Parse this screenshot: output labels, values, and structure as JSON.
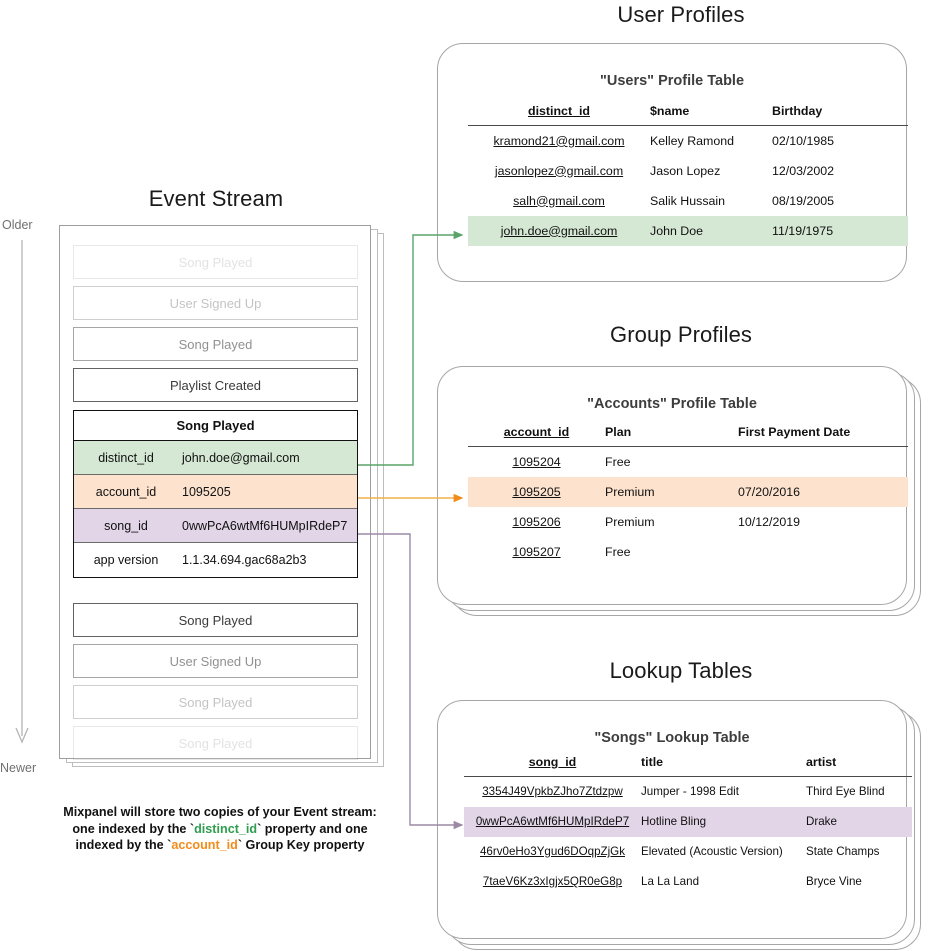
{
  "timeline": {
    "older_label": "Older",
    "newer_label": "Newer"
  },
  "sections": {
    "event_stream_title": "Event Stream",
    "user_profiles_title": "User Profiles",
    "group_profiles_title": "Group Profiles",
    "lookup_tables_title": "Lookup Tables"
  },
  "event_stream": {
    "events_above": [
      {
        "label": "Song Played",
        "fade": "fade-14"
      },
      {
        "label": "User Signed Up",
        "fade": "fade-30"
      },
      {
        "label": "Song Played",
        "fade": "fade-55"
      },
      {
        "label": "Playlist Created",
        "fade": "fade-90"
      }
    ],
    "selected_event": {
      "name": "Song Played",
      "properties": [
        {
          "key": "distinct_id",
          "value": "john.doe@gmail.com",
          "highlight": "green"
        },
        {
          "key": "account_id",
          "value": "1095205",
          "highlight": "orange"
        },
        {
          "key": "song_id",
          "value": "0wwPcA6wtMf6HUMpIRdeP7",
          "highlight": "purple"
        },
        {
          "key": "app version",
          "value": "1.1.34.694.gac68a2b3",
          "highlight": "plain"
        }
      ]
    },
    "events_below": [
      {
        "label": "Song Played",
        "fade": "fade-90"
      },
      {
        "label": "User Signed Up",
        "fade": "fade-55"
      },
      {
        "label": "Song Played",
        "fade": "fade-30"
      },
      {
        "label": "Song Played",
        "fade": "fade-14"
      }
    ],
    "caption": {
      "line1": "Mixpanel will store two copies of your Event stream:",
      "line2_pre": "one indexed by the `",
      "line2_token": "distinct_id",
      "line2_post": "` property and one",
      "line3_pre": "indexed by the `",
      "line3_token": "account_id",
      "line3_post": "` Group Key property"
    }
  },
  "users_table": {
    "title": "\"Users\" Profile Table",
    "columns": [
      "distinct_id",
      "$name",
      "Birthday"
    ],
    "rows": [
      {
        "cells": [
          "kramond21@gmail.com",
          "Kelley Ramond",
          "02/10/1985"
        ],
        "highlight": ""
      },
      {
        "cells": [
          "jasonlopez@gmail.com",
          "Jason Lopez",
          "12/03/2002"
        ],
        "highlight": ""
      },
      {
        "cells": [
          "salh@gmail.com",
          "Salik Hussain",
          "08/19/2005"
        ],
        "highlight": ""
      },
      {
        "cells": [
          "john.doe@gmail.com",
          "John Doe",
          "11/19/1975"
        ],
        "highlight": "hl-green"
      }
    ]
  },
  "accounts_table": {
    "title": "\"Accounts\" Profile Table",
    "columns": [
      "account_id",
      "Plan",
      "First Payment Date"
    ],
    "rows": [
      {
        "cells": [
          "1095204",
          "Free",
          ""
        ],
        "highlight": ""
      },
      {
        "cells": [
          "1095205",
          "Premium",
          "07/20/2016"
        ],
        "highlight": "hl-orange"
      },
      {
        "cells": [
          "1095206",
          "Premium",
          "10/12/2019"
        ],
        "highlight": ""
      },
      {
        "cells": [
          "1095207",
          "Free",
          ""
        ],
        "highlight": ""
      }
    ]
  },
  "songs_table": {
    "title": "\"Songs\" Lookup Table",
    "columns": [
      "song_id",
      "title",
      "artist"
    ],
    "rows": [
      {
        "cells": [
          "3354J49VpkbZJho7Ztdzpw",
          "Jumper - 1998 Edit",
          "Third Eye Blind"
        ],
        "highlight": ""
      },
      {
        "cells": [
          "0wwPcA6wtMf6HUMpIRdeP7",
          "Hotline Bling",
          "Drake"
        ],
        "highlight": "hl-purple"
      },
      {
        "cells": [
          "46rv0eHo3Ygud6DOqpZjGk",
          "Elevated (Acoustic Version)",
          "State Champs"
        ],
        "highlight": ""
      },
      {
        "cells": [
          "7taeV6Kz3xIgjx5QR0eG8p",
          "La La Land",
          "Bryce Vine"
        ],
        "highlight": ""
      }
    ]
  },
  "colors": {
    "green_highlight": "#d5e8d4",
    "orange_highlight": "#fde3ce",
    "purple_highlight": "#e1d5e7",
    "green_connector": "#5aa469",
    "orange_connector": "#f0a martin",
    "orange_arrow": "#f08c1b",
    "purple_connector": "#9b8aa6",
    "panel_border": "#a6a6a6"
  }
}
